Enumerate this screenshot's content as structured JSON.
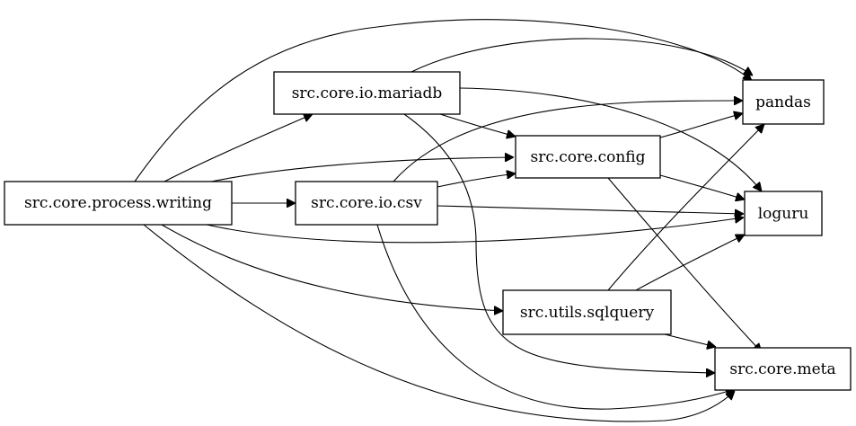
{
  "graph": {
    "nodes": [
      {
        "id": "writing",
        "label": "src.core.process.writing"
      },
      {
        "id": "mariadb",
        "label": "src.core.io.mariadb"
      },
      {
        "id": "csv",
        "label": "src.core.io.csv"
      },
      {
        "id": "config",
        "label": "src.core.config"
      },
      {
        "id": "sqlquery",
        "label": "src.utils.sqlquery"
      },
      {
        "id": "pandas",
        "label": "pandas"
      },
      {
        "id": "loguru",
        "label": "loguru"
      },
      {
        "id": "meta",
        "label": "src.core.meta"
      }
    ],
    "edges": [
      {
        "from": "writing",
        "to": "pandas"
      },
      {
        "from": "writing",
        "to": "mariadb"
      },
      {
        "from": "writing",
        "to": "config"
      },
      {
        "from": "writing",
        "to": "csv"
      },
      {
        "from": "writing",
        "to": "loguru"
      },
      {
        "from": "writing",
        "to": "sqlquery"
      },
      {
        "from": "writing",
        "to": "meta"
      },
      {
        "from": "mariadb",
        "to": "pandas"
      },
      {
        "from": "mariadb",
        "to": "loguru"
      },
      {
        "from": "mariadb",
        "to": "config"
      },
      {
        "from": "mariadb",
        "to": "meta"
      },
      {
        "from": "csv",
        "to": "pandas"
      },
      {
        "from": "csv",
        "to": "config"
      },
      {
        "from": "csv",
        "to": "loguru"
      },
      {
        "from": "csv",
        "to": "meta"
      },
      {
        "from": "config",
        "to": "pandas"
      },
      {
        "from": "config",
        "to": "loguru"
      },
      {
        "from": "config",
        "to": "meta"
      },
      {
        "from": "sqlquery",
        "to": "pandas"
      },
      {
        "from": "sqlquery",
        "to": "loguru"
      },
      {
        "from": "sqlquery",
        "to": "meta"
      }
    ]
  }
}
